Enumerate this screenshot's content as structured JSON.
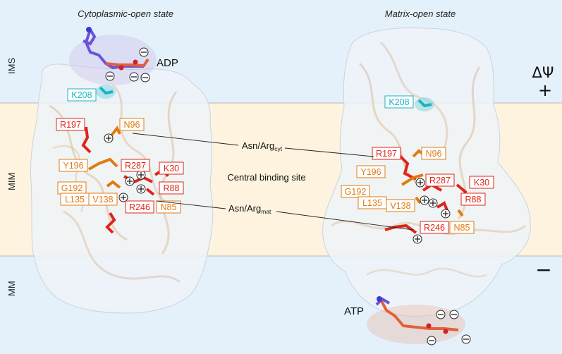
{
  "states": {
    "left": "Cytoplasmic-open state",
    "right": "Matrix-open state"
  },
  "regions": {
    "ims": "IMS",
    "mim": "MIM",
    "mm": "MM"
  },
  "ligands": {
    "adp": "ADP",
    "atp": "ATP"
  },
  "center": {
    "asn_arg_cyt": "Asn/Arg",
    "asn_arg_cyt_sub": "cyt",
    "central_site": "Central binding site",
    "asn_arg_mat": "Asn/Arg",
    "asn_arg_mat_sub": "mat"
  },
  "potential": {
    "delta_psi": "ΔΨ",
    "plus": "+",
    "minus": "−"
  },
  "residues": {
    "k208": "K208",
    "r197": "R197",
    "n96": "N96",
    "y196": "Y196",
    "r287": "R287",
    "k30": "K30",
    "g192": "G192",
    "r88": "R88",
    "l135": "L135",
    "v138": "V138",
    "r246": "R246",
    "n85": "N85"
  },
  "colors": {
    "ims_band": "#e4f1fb",
    "membrane_band": "#fdf3df",
    "mm_band": "#e4f1fb",
    "basic_residue": "#e0241b",
    "polar_residue": "#e07b12",
    "lysine_k208": "#1bb3c4",
    "ligand_phosphate": "#e2603a",
    "ligand_base": "#6b53d8"
  }
}
